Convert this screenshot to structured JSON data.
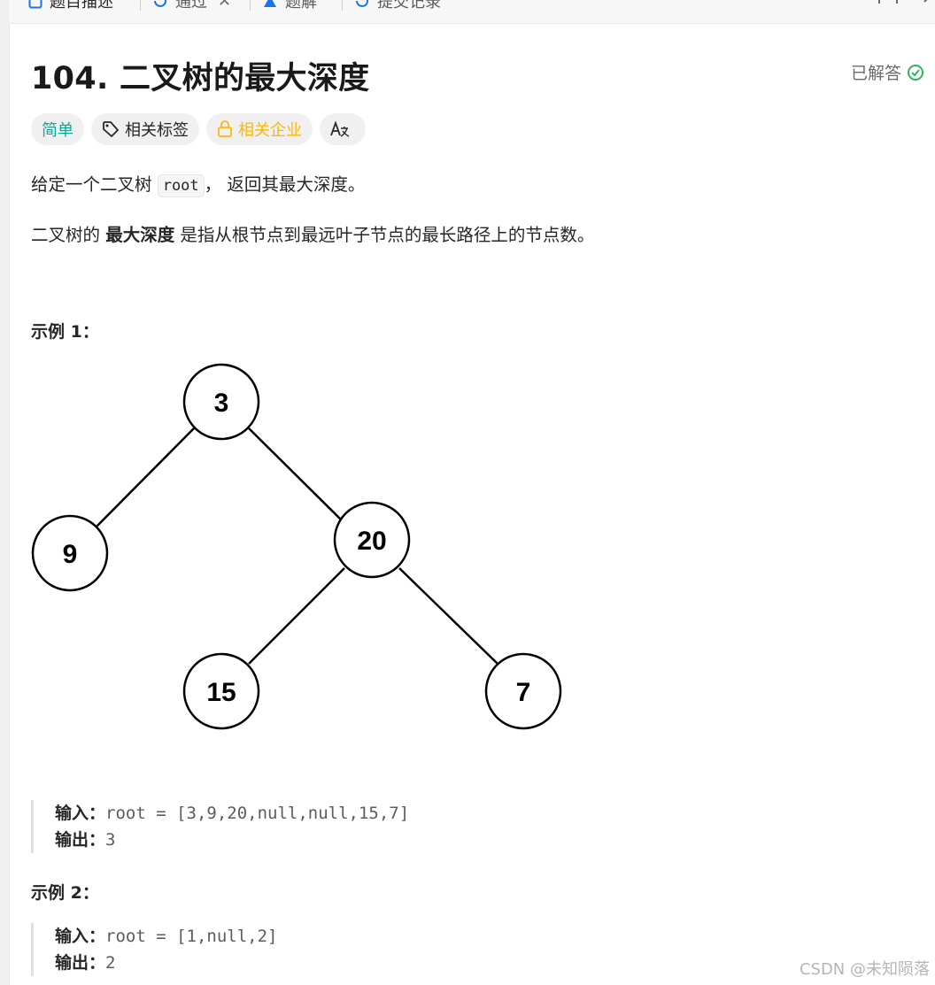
{
  "tabs": [
    {
      "label": "题目描述",
      "icon": "description-icon",
      "active": true
    },
    {
      "label": "通过",
      "icon": "history-icon",
      "closable": true
    },
    {
      "label": "题解",
      "icon": "flask-icon"
    },
    {
      "label": "提交记录",
      "icon": "history-icon"
    }
  ],
  "problem": {
    "title": "104. 二叉树的最大深度",
    "status": "已解答",
    "status_color": "#2db55d"
  },
  "tags": {
    "difficulty": "简单",
    "difficulty_color": "#00af9b",
    "related_tags": "相关标签",
    "related_companies": "相关企业",
    "companies_color": "#ffb800",
    "translate_icon": "translate-icon"
  },
  "description": {
    "line1_pre": "给定一个二叉树 ",
    "line1_code": "root",
    "line1_post": "， 返回其最大深度。",
    "line2_pre": "二叉树的 ",
    "line2_bold": "最大深度",
    "line2_post": " 是指从根节点到最远叶子节点的最长路径上的节点数。"
  },
  "examples": [
    {
      "label": "示例 1：",
      "input_label": "输入：",
      "input": "root = [3,9,20,null,null,15,7]",
      "output_label": "输出：",
      "output": "3",
      "tree_nodes": [
        "3",
        "9",
        "20",
        "15",
        "7"
      ]
    },
    {
      "label": "示例 2：",
      "input_label": "输入：",
      "input": "root = [1,null,2]",
      "output_label": "输出：",
      "output": "2"
    }
  ],
  "watermark": "CSDN @未知陨落"
}
